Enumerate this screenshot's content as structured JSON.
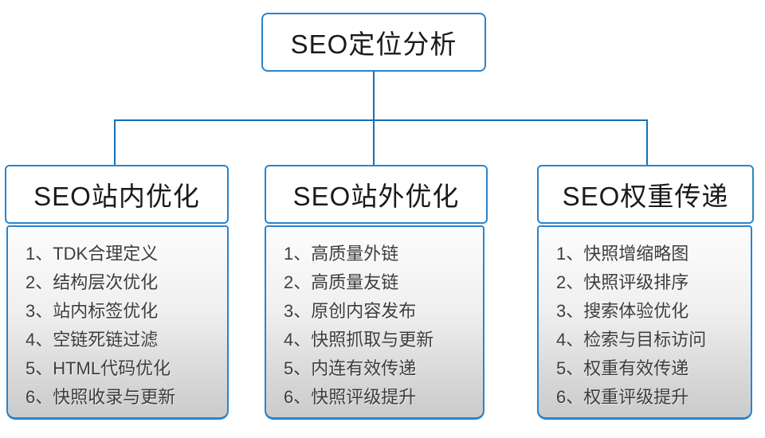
{
  "diagram": {
    "root": {
      "label": "SEO定位分析"
    },
    "columns": [
      {
        "title": "SEO站内优化",
        "items": [
          "1、TDK合理定义",
          "2、结构层次优化",
          "3、站内标签优化",
          "4、空链死链过滤",
          "5、HTML代码优化",
          "6、快照收录与更新"
        ]
      },
      {
        "title": "SEO站外优化",
        "items": [
          "1、高质量外链",
          "2、高质量友链",
          "3、原创内容发布",
          "4、快照抓取与更新",
          "5、内连有效传递",
          "6、快照评级提升"
        ]
      },
      {
        "title": "SEO权重传递",
        "items": [
          "1、快照增缩略图",
          "2、快照评级排序",
          "3、搜索体验优化",
          "4、检索与目标访问",
          "5、权重有效传递",
          "6、权重评级提升"
        ]
      }
    ],
    "colors": {
      "box_border": "#2a84cc",
      "connector_line": "#1470b8",
      "node_background": "#ffffff",
      "list_gradient_top": "#fdfdfd",
      "list_gradient_bottom": "#cbcbcb",
      "title_text": "#1a1a1a",
      "item_text": "#3d3d3d"
    }
  }
}
